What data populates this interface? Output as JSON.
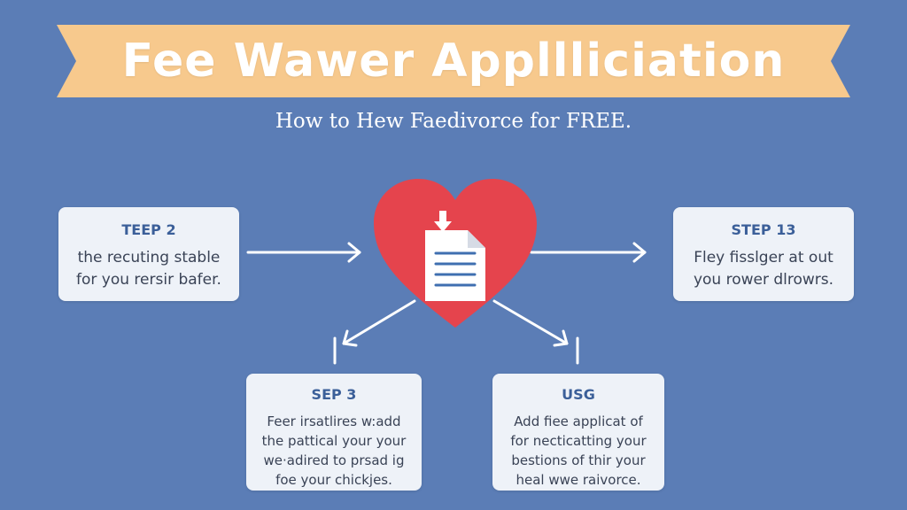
{
  "banner": {
    "title": "Fee Wawer Appllliciation"
  },
  "subtitle": "How to Hew Faedivorce for FREE.",
  "steps": [
    {
      "label": "TEEP 2",
      "lines": [
        "the recuting stable",
        "for you rersir bafer."
      ]
    },
    {
      "label": "STEP 13",
      "lines": [
        "Fley fisslger at out",
        "you rower dlrowrs."
      ]
    },
    {
      "label": "SEP 3",
      "lines": [
        "Feer irsatlires w:add",
        "the pattical your your",
        "we·adired to prsad ig",
        "foe your chickjes."
      ]
    },
    {
      "label": "USG",
      "lines": [
        "Add fiee applicat of",
        "for necticatting your",
        "bestions of thir your",
        "heal wwe raivorce."
      ]
    }
  ],
  "colors": {
    "background": "#5b7db6",
    "banner": "#f7c98d",
    "heart": "#e5444d",
    "card": "#eef2f8",
    "step_label": "#3b5f99"
  },
  "icons": [
    "heart-icon",
    "document-icon",
    "download-arrow-icon"
  ]
}
